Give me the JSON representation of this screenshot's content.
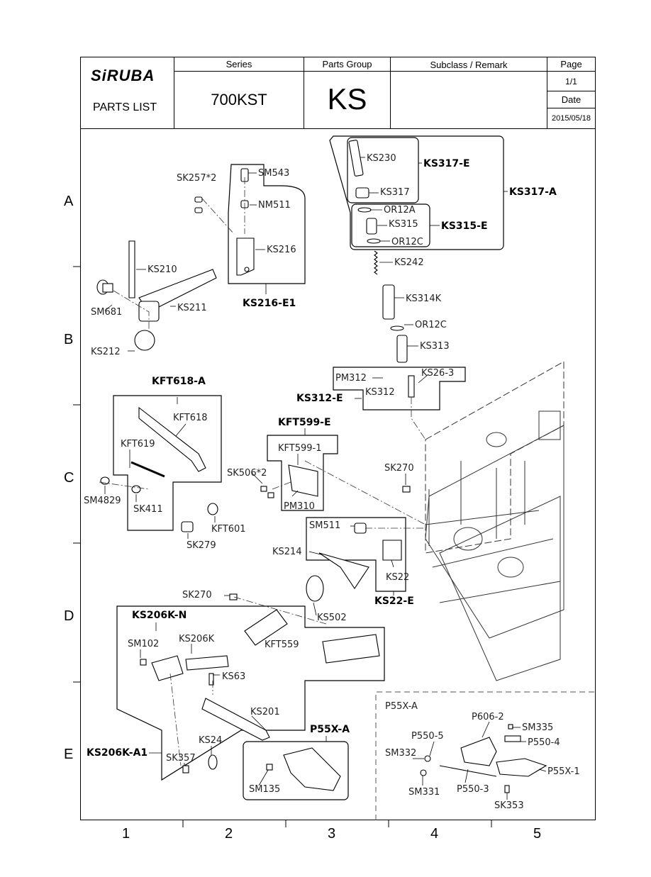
{
  "header": {
    "brand": "SiRUBA",
    "doc_title": "PARTS LIST",
    "series_label": "Series",
    "series_value": "700KST",
    "group_label": "Parts Group",
    "group_value": "KS",
    "remark_label": "Subclass / Remark",
    "remark_value": "",
    "page_label": "Page",
    "page_value": "1/1",
    "date_label": "Date",
    "date_value": "2015/05/18"
  },
  "rows": [
    "A",
    "B",
    "C",
    "D",
    "E"
  ],
  "cols": [
    "1",
    "2",
    "3",
    "4",
    "5"
  ],
  "parts": [
    "KS230",
    "KS317-E",
    "KS317",
    "KS317-A",
    "OR12A",
    "KS315",
    "KS315-E",
    "OR12C",
    "KS242",
    "KS314K",
    "OR12C",
    "KS313",
    "PM312",
    "KS26-3",
    "KS312",
    "KS312-E",
    "SK257*2",
    "SM543",
    "NM511",
    "KS216",
    "KS216-E1",
    "KS210",
    "KS211",
    "SM681",
    "KS212",
    "KFT618-A",
    "KFT618",
    "KFT619",
    "SM4829",
    "SK411",
    "KFT601",
    "SK279",
    "KFT599-E",
    "KFT599-1",
    "SK506*2",
    "PM310",
    "SK270",
    "SM511",
    "KS214",
    "KS22",
    "KS22-E",
    "SK270",
    "KS502",
    "KS206K-N",
    "SM102",
    "KS206K",
    "KFT559",
    "KS63",
    "KS201",
    "KS24",
    "SK357",
    "KS206K-A1",
    "P55X-A",
    "SM135",
    "P55X-A",
    "P606-2",
    "SM335",
    "P550-5",
    "P550-4",
    "SM332",
    "P55X-1",
    "SM331",
    "P550-3",
    "SK353"
  ]
}
